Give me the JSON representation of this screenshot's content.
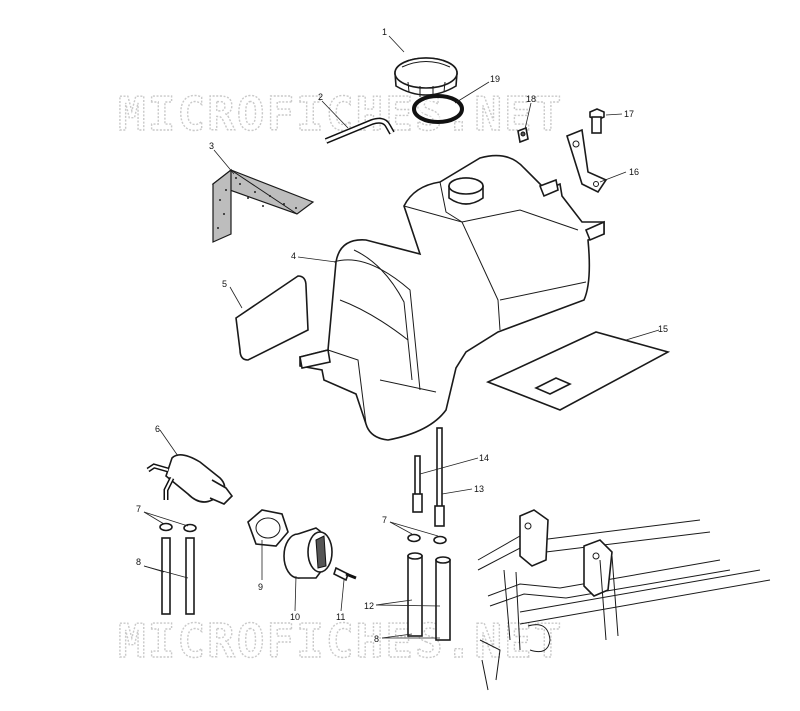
{
  "watermark": {
    "text": "MICROFICHES.NET"
  },
  "callouts": [
    "1",
    "2",
    "3",
    "4",
    "5",
    "6",
    "7",
    "8",
    "9",
    "10",
    "11",
    "12",
    "13",
    "14",
    "15",
    "16",
    "17",
    "18",
    "19"
  ],
  "repeat_callouts": {
    "seven_b": "7",
    "eight_b": "8"
  }
}
